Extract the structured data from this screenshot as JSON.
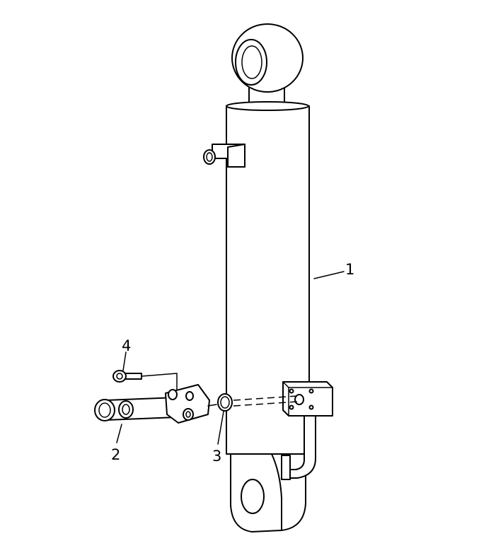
{
  "callouts": {
    "part_1": "1",
    "part_2": "2",
    "part_3": "3",
    "part_4": "4"
  },
  "colors": {
    "line": "#000000",
    "background": "#ffffff"
  }
}
